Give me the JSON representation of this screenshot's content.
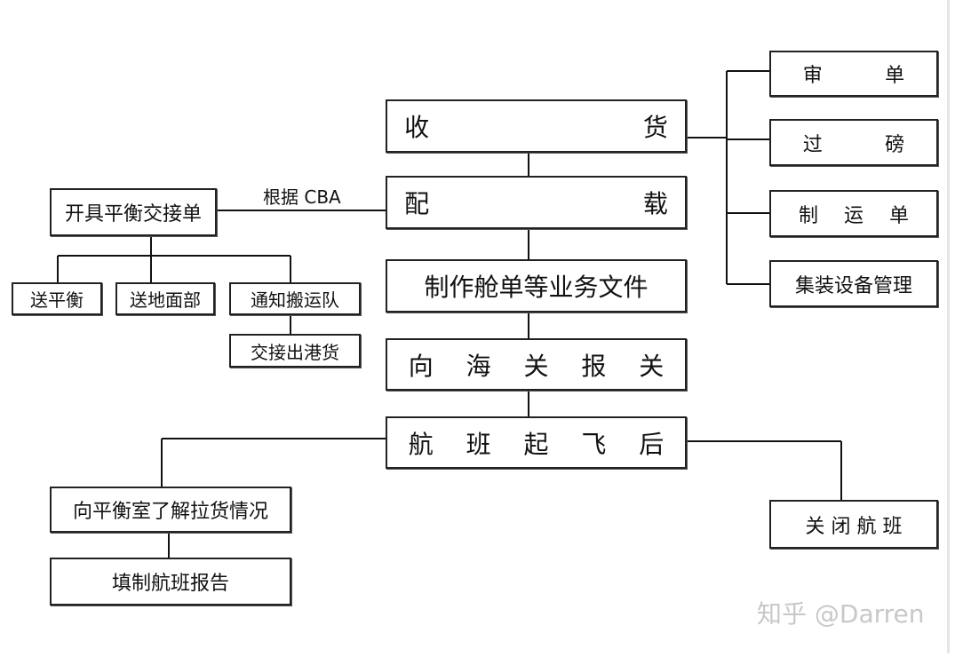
{
  "nodes": {
    "receive": "收　　货",
    "stowage": "配　　载",
    "docs": "制作舱单等业务文件",
    "customs": "向 海 关 报 关",
    "takeoff": "航 班 起 飞 后",
    "review": "审　单",
    "weigh": "过　磅",
    "waybill": "制 运 单",
    "container": "集装设备管理",
    "balance_sheet": "开具平衡交接单",
    "send_balance": "送平衡",
    "send_ground": "送地面部",
    "notify_team": "通知搬运队",
    "handover": "交接出港货",
    "inquire": "向平衡室了解拉货情况",
    "report": "填制航班报告",
    "close": "关 闭 航 班"
  },
  "edge_label": "根据 CBA",
  "watermark": "知乎 @Darren"
}
